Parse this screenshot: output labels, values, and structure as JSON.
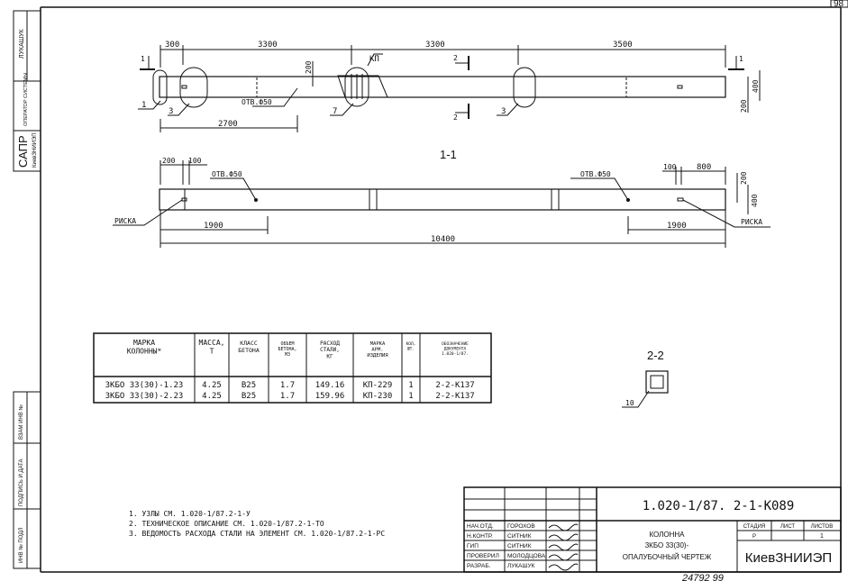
{
  "sheet_corner_number": "98",
  "left_strip": {
    "top": [
      "ЛУКАШУК",
      "ОПЕРАТОР СИСТЕМЫ",
      "САПР",
      "КиевЗНИИЭП"
    ],
    "bottom": [
      "ВЗАМ ИНВ №",
      "ПОДПИСЬ И ДАТА",
      "ИНВ № ПОДЛ"
    ]
  },
  "top_view": {
    "dims": [
      "300",
      "3300",
      "3300",
      "3500",
      "2700",
      "200",
      "400",
      "200"
    ],
    "callouts": [
      "1",
      "3",
      "7",
      "3",
      "КП",
      "ОТВ.Ф50"
    ],
    "section_marks": [
      "1",
      "1",
      "2",
      "2"
    ]
  },
  "section_1_1": {
    "title": "1-1",
    "dims": [
      "200",
      "100",
      "100",
      "800",
      "1900",
      "1900",
      "10400",
      "200",
      "400"
    ],
    "labels": [
      "ОТВ.Ф50",
      "ОТВ.Ф50",
      "РИСКА",
      "РИСКА"
    ]
  },
  "section_2_2": {
    "title": "2-2",
    "callout": "10"
  },
  "table": {
    "headers": [
      "МАРКА КОЛОННЫ*",
      "МАССА, Т",
      "КЛАСС БЕТОНА",
      "ОБЪЕМ БЕТОНА, М3",
      "РАСХОД СТАЛИ, КГ",
      "МАРКА АРМ. ИЗДЕЛИЯ",
      "КОЛ, ШТ.",
      "ОБОЗНАЧЕНИЕ ДОКУМЕНТА 1.020-1/87."
    ],
    "rows": [
      [
        "3КБО 33(30)-1.23",
        "4.25",
        "B25",
        "1.7",
        "149.16",
        "КП-229",
        "1",
        "2-2-К137"
      ],
      [
        "3КБО 33(30)-2.23",
        "4.25",
        "B25",
        "1.7",
        "159.96",
        "КП-230",
        "1",
        "2-2-К137"
      ]
    ]
  },
  "notes": [
    "1. УЗЛЫ СМ. 1.020-1/87.2-1-У",
    "2. ТЕХНИЧЕСКОЕ ОПИСАНИЕ СМ. 1.020-1/87.2-1-ТО",
    "3. ВЕДОМОСТЬ РАСХОДА СТАЛИ НА ЭЛЕМЕНТ СМ. 1.020-1/87.2-1-РС"
  ],
  "title_block": {
    "doc_number": "1.020-1/87. 2-1-К089",
    "roles": [
      {
        "role": "НАЧ.ОТД.",
        "name": "ГОРОХОВ"
      },
      {
        "role": "Н.КОНТР.",
        "name": "СИТНИК"
      },
      {
        "role": "ГИП",
        "name": "СИТНИК"
      },
      {
        "role": "ПРОВЕРИЛ",
        "name": "МОЛОДЦОВА"
      },
      {
        "role": "РАЗРАБ.",
        "name": "ЛУКАШУК"
      }
    ],
    "name_lines": [
      "КОЛОННА",
      "3КБО 33(30)-",
      "ОПАЛУБОЧНЫЙ ЧЕРТЕЖ"
    ],
    "stage_header": "СТАДИЯ",
    "sheet_header": "ЛИСТ",
    "sheets_header": "ЛИСТОВ",
    "stage": "Р",
    "sheet": "",
    "sheets": "1",
    "organization": "КиевЗНИИЭП"
  },
  "archive_number": "24792 99"
}
